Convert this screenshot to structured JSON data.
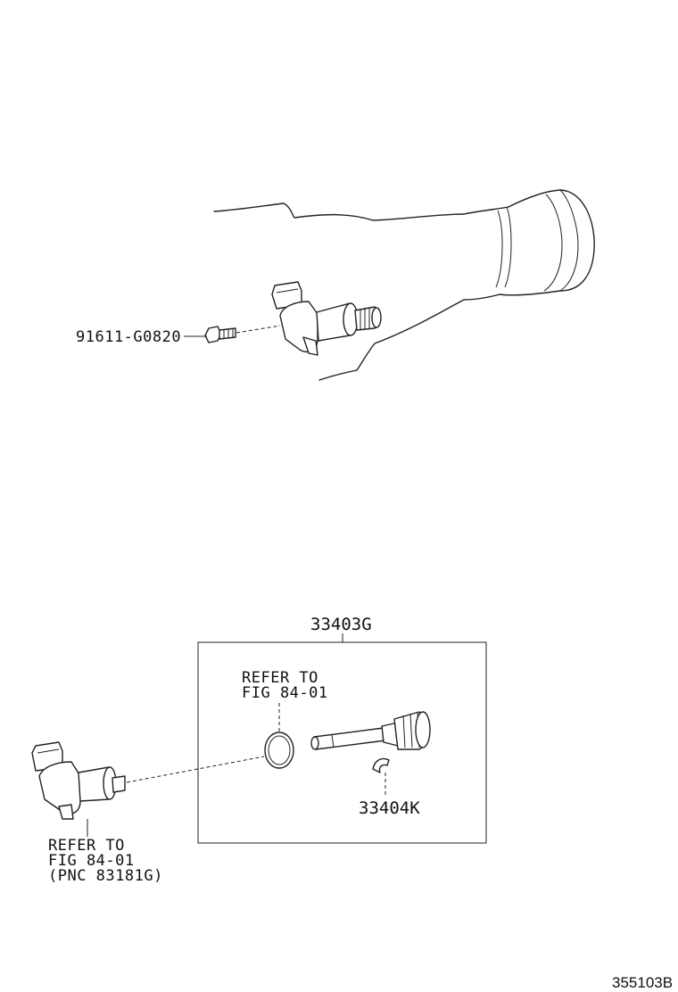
{
  "labels": {
    "bolt_part": "91611-G0820",
    "kit_part": "33403G",
    "clip_part": "33404K",
    "refer_oring_line1": "REFER TO",
    "refer_oring_line2": "FIG 84-01",
    "refer_sensor_line1": "REFER TO",
    "refer_sensor_line2": "FIG 84-01",
    "refer_sensor_line3": "(PNC 83181G)",
    "diagram_id": "355103B"
  }
}
